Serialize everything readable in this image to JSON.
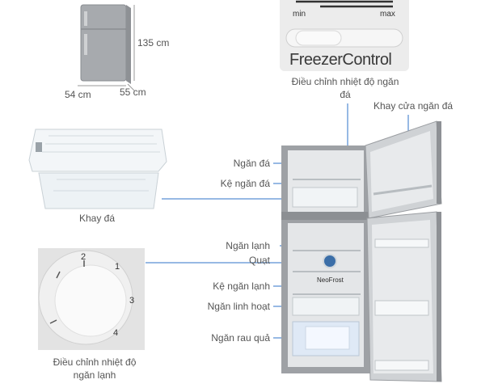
{
  "dimensions": {
    "height": "135 cm",
    "width": "54 cm",
    "depth": "55 cm"
  },
  "freezer_control": {
    "min_label": "min",
    "max_label": "max",
    "title": "FreezerControl",
    "caption": "Điều chỉnh nhiệt độ ngăn đá"
  },
  "ice_tray": {
    "caption": "Khay đá"
  },
  "fridge_dial": {
    "caption": "Điều chỉnh nhiệt độ ngăn lạnh",
    "marks": [
      "1",
      "2",
      "3",
      "4"
    ]
  },
  "callouts": {
    "door_tray": "Khay cửa ngăn đá",
    "freezer": "Ngăn đá",
    "freezer_shelf": "Kệ ngăn đá",
    "fridge": "Ngăn lạnh",
    "fan": "Quạt",
    "fridge_shelf": "Kệ ngăn lạnh",
    "flexible": "Ngăn linh hoạt",
    "vegetable": "Ngăn rau quả"
  },
  "brand_badge": "NeoFrost",
  "colors": {
    "accent_line": "#2f73c9",
    "steel": "#9c9fa3",
    "interior": "#e4e6e8"
  }
}
